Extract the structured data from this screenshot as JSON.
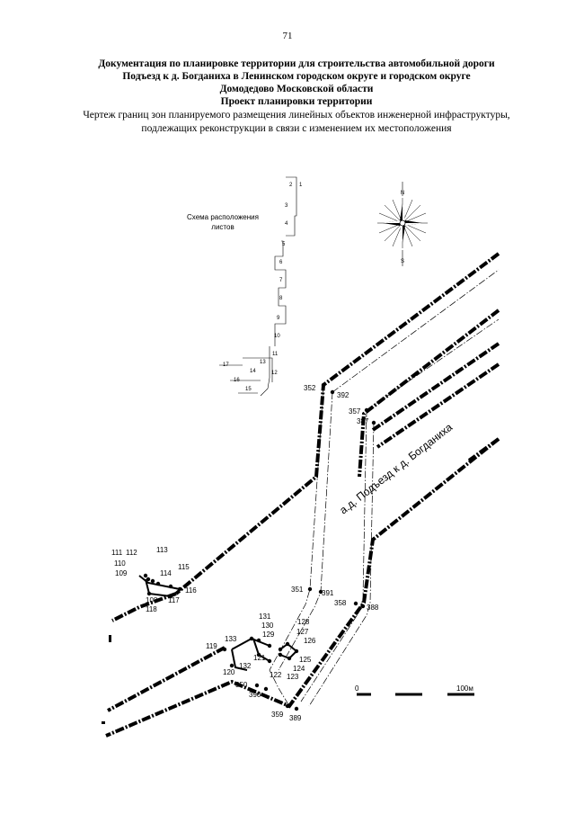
{
  "page": {
    "number": "71"
  },
  "title": {
    "line1": "Документация по планировке территории для строительства автомобильной дороги",
    "line2": "Подъезд к д. Богданиха в Ленинском городском округе и городском округе",
    "line3": "Домодедово Московской области",
    "line4": "Проект планировки территории",
    "subtitle1": "Чертеж границ зон планируемого размещения линейных объектов инженерной инфраструктуры,",
    "subtitle2": "подлежащих реконструкции в связи с изменением их местоположения"
  },
  "inset": {
    "label_line1": "Схема расположения",
    "label_line2": "листов",
    "sheets": [
      "1",
      "2",
      "3",
      "4",
      "5",
      "6",
      "7",
      "8",
      "9",
      "10",
      "11",
      "12",
      "13",
      "14",
      "15",
      "16",
      "17"
    ]
  },
  "compass": {
    "north": "N",
    "south": "S"
  },
  "road": {
    "label": "а.д. Подъезд к д. Богданиха"
  },
  "points": [
    "352",
    "392",
    "357",
    "387",
    "351",
    "391",
    "358",
    "388",
    "350",
    "390",
    "359",
    "389",
    "111",
    "112",
    "113",
    "110",
    "109",
    "114",
    "115",
    "116",
    "108",
    "117",
    "118",
    "119",
    "120",
    "131",
    "130",
    "129",
    "133",
    "132",
    "121",
    "122",
    "128",
    "127",
    "126",
    "125",
    "124",
    "123"
  ],
  "scale": {
    "start": "0",
    "end": "100м"
  },
  "colors": {
    "line": "#000000",
    "background": "#ffffff"
  }
}
